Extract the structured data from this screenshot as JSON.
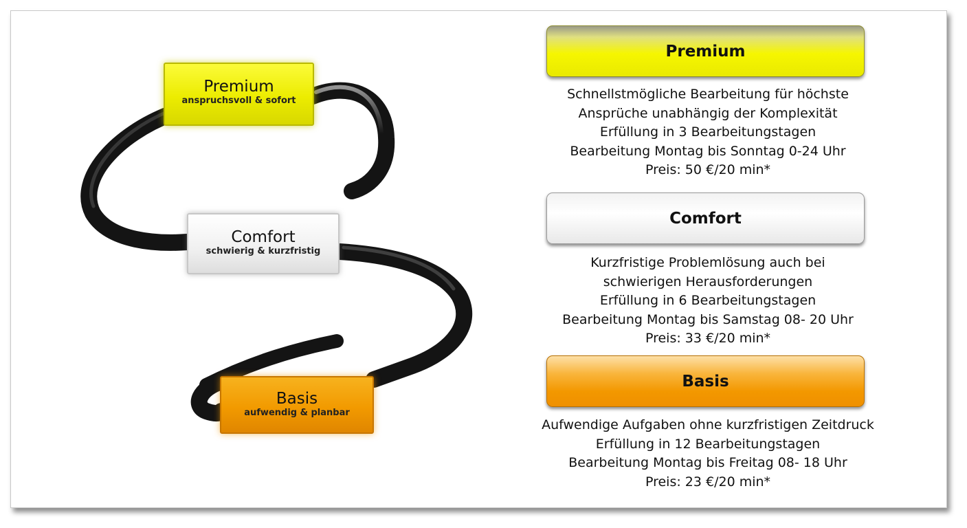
{
  "diagram": {
    "premium": {
      "title": "Premium",
      "subtitle": "anspruchsvoll & sofort",
      "color": "#f2f200"
    },
    "comfort": {
      "title": "Comfort",
      "subtitle": "schwierig & kurzfristig",
      "color": "#f0f0f0"
    },
    "basis": {
      "title": "Basis",
      "subtitle": "aufwendig & planbar",
      "color": "#f29a00"
    },
    "path_color": "#111111"
  },
  "plans": [
    {
      "label": "Premium",
      "color": "#f6f600",
      "lines": [
        "Schnellstmögliche Bearbeitung für höchste",
        "Ansprüche unabhängig der Komplexität",
        "Erfüllung in 3 Bearbeitungstagen",
        "Bearbeitung Montag bis Sonntag 0-24 Uhr",
        "Preis: 50 €/20 min*"
      ]
    },
    {
      "label": "Comfort",
      "color": "#ffffff",
      "lines": [
        "Kurzfristige Problemlösung auch bei",
        "schwierigen Herausforderungen",
        "Erfüllung in 6 Bearbeitungstagen",
        "Bearbeitung Montag bis Samstag 08- 20 Uhr",
        "Preis: 33 €/20 min*"
      ]
    },
    {
      "label": "Basis",
      "color": "#f39800",
      "lines": [
        "Aufwendige Aufgaben ohne kurzfristigen Zeitdruck",
        "Erfüllung in 12 Bearbeitungstagen",
        "Bearbeitung Montag bis Freitag 08- 18 Uhr",
        "Preis: 23 €/20 min*"
      ]
    }
  ]
}
